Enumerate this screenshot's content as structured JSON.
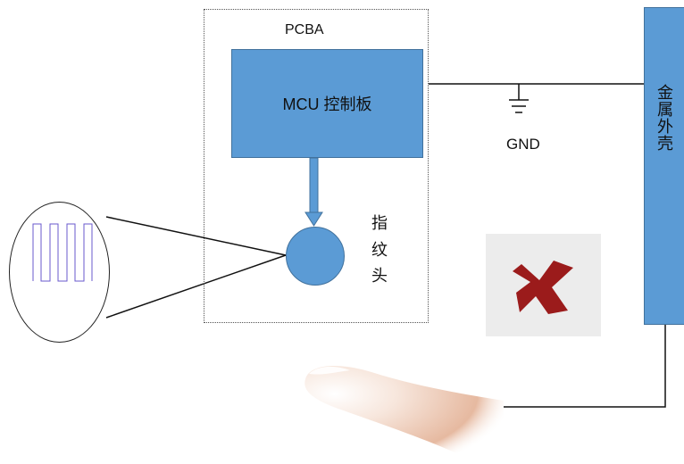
{
  "diagram": {
    "pcba_label": "PCBA",
    "mcu_label": "MCU 控制板",
    "fingerprint_label": [
      "指",
      "纹",
      "头"
    ],
    "gnd_label": "GND",
    "metal_shell_label": [
      "金",
      "属",
      "外",
      "壳"
    ]
  },
  "colors": {
    "block_fill": "#5b9bd5",
    "block_border": "#41719c",
    "wire": "#111111",
    "waveform": "#6a5acd",
    "logo_red": "#d32222",
    "logo_dark_red": "#9b1b1b"
  },
  "icons": [
    "ground-symbol-icon",
    "square-wave-icon",
    "red-cross-logo-icon",
    "finger-icon",
    "down-arrow-icon"
  ]
}
